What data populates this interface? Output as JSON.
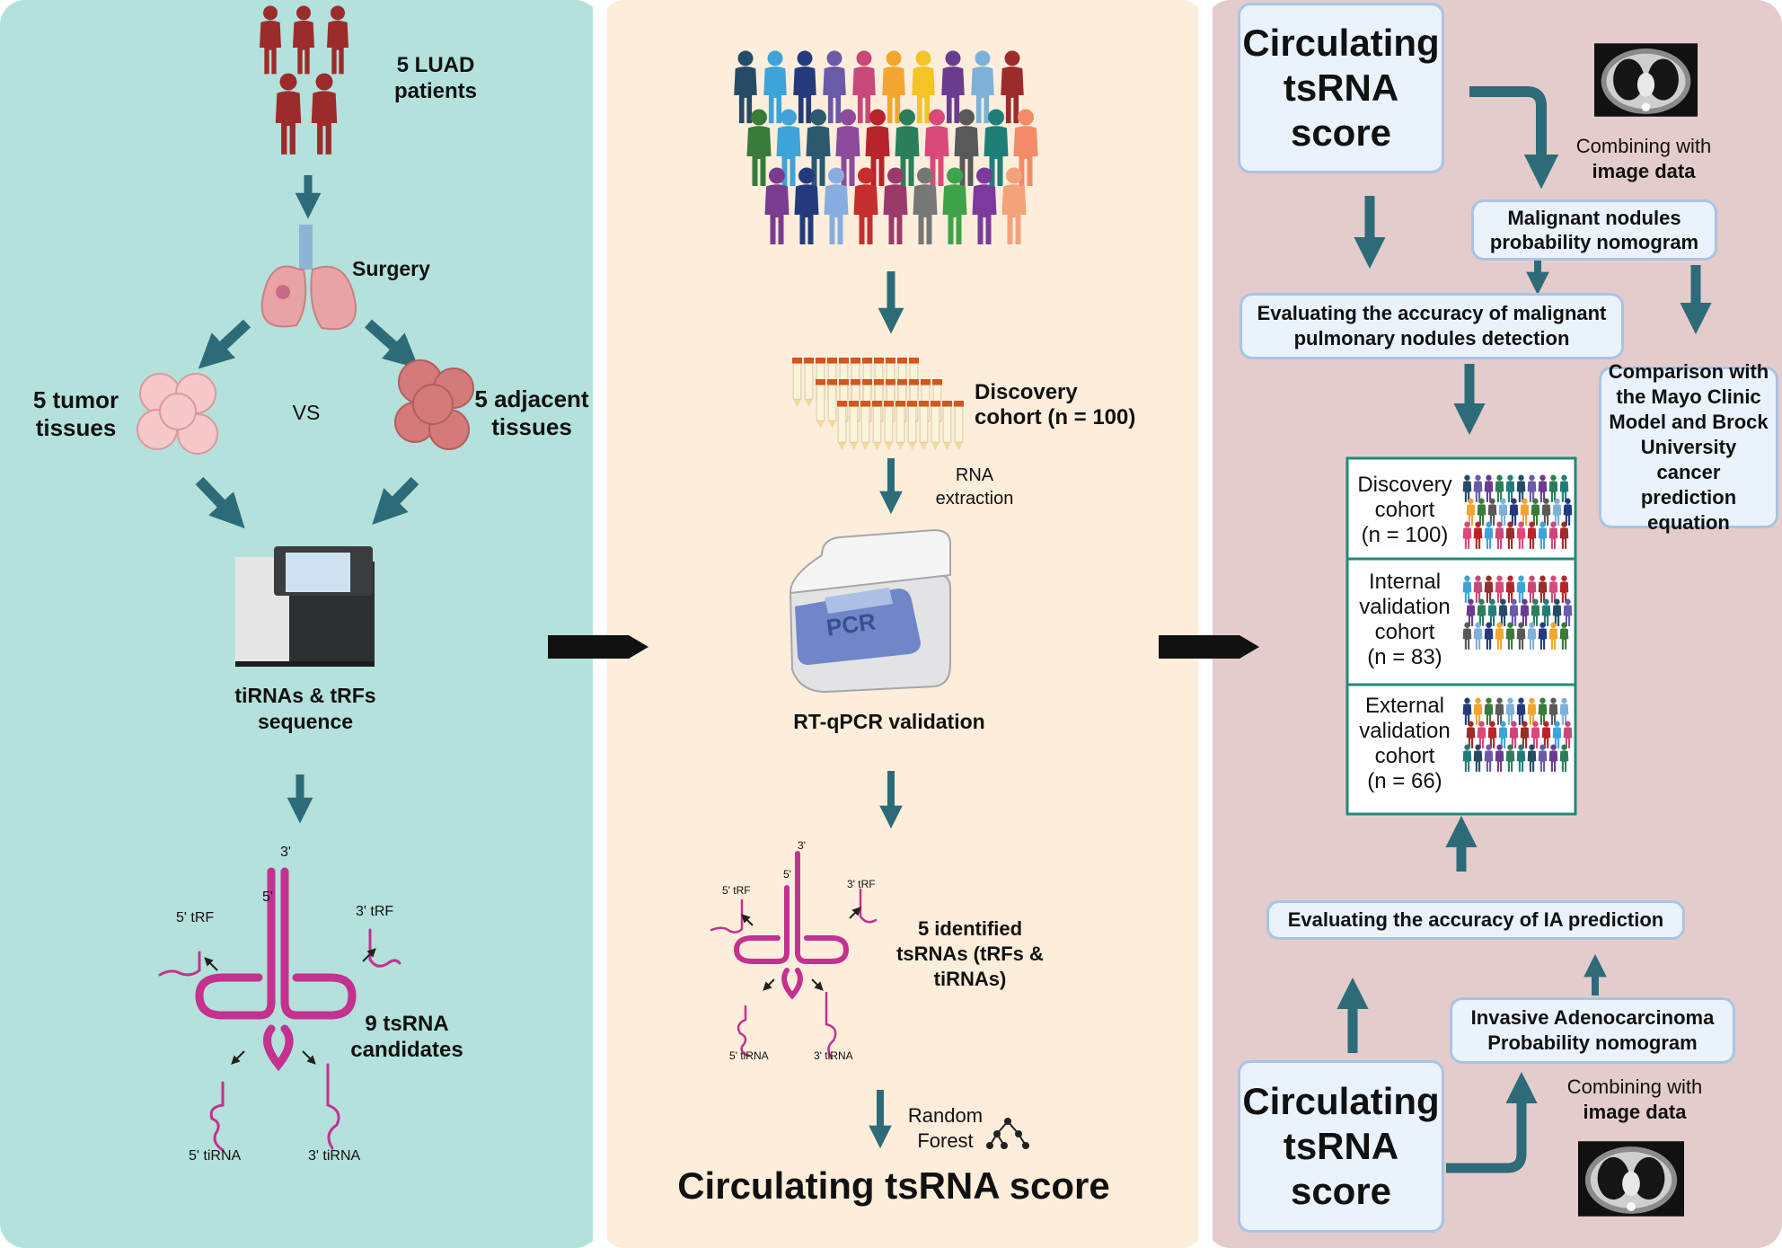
{
  "colors": {
    "panel_left": "#b4e1dc",
    "panel_middle": "#fdeedc",
    "panel_right": "#e5cccc",
    "arrow_teal": "#2d6b79",
    "box_fill": "#eaf2fb",
    "box_border": "#a9c3e6",
    "cohort_border": "#1f8a76",
    "lung": "#e9a3a6",
    "trna_magenta": "#c5318f",
    "patient_red": "#9c2b2b"
  },
  "left": {
    "patients": "5 LUAD patients",
    "surgery": "Surgery",
    "tumor": "5 tumor tissues",
    "vs": "VS",
    "adjacent": "5 adjacent tissues",
    "sequencing": "tiRNAs & tRFs sequence",
    "candidates": "9 tsRNA candidates",
    "trna_labels": {
      "three_prime": "3'",
      "five_prime": "5'",
      "five_trf": "5' tRF",
      "three_trf": "3' tRF",
      "five_tirna": "5' tiRNA",
      "three_tirna": "3' tiRNA"
    }
  },
  "middle": {
    "discovery_label": "Discovery",
    "discovery_cohort": "cohort (n = 100)",
    "rna_extraction": "RNA extraction",
    "pcr_screen": "PCR",
    "rtqpcr": "RT-qPCR validation",
    "identified": "5 identified tsRNAs (tRFs & tiRNAs)",
    "random_forest": "Random Forest",
    "score": "Circulating tsRNA score",
    "trna_labels": {
      "three_prime": "3'",
      "five_prime": "5'",
      "five_trf": "5' tRF",
      "three_trf": "3' tRF",
      "five_tirna": "5' tiRNA",
      "three_tirna": "3' tiRNA"
    }
  },
  "right": {
    "score_top": "Circulating tsRNA score",
    "combining_top_1": "Combining with",
    "combining_top_2": "image data",
    "nomogram_malignant": "Malignant  nodules probability nomogram",
    "eval_malignant": "Evaluating the accuracy of malignant pulmonary nodules detection",
    "comparison": "Comparison with the Mayo Clinic Model and Brock University cancer prediction equation",
    "cohorts": [
      {
        "name": "Discovery cohort",
        "n": "(n = 100)"
      },
      {
        "name": "Internal validation cohort",
        "n": "(n = 83)"
      },
      {
        "name": "External validation cohort",
        "n": "(n = 66)"
      }
    ],
    "eval_ia": "Evaluating the accuracy of IA prediction",
    "nomogram_ia": "Invasive Adenocarcinoma Probability nomogram",
    "combining_bottom_1": "Combining with",
    "combining_bottom_2": "image data",
    "score_bottom": "Circulating tsRNA score"
  }
}
